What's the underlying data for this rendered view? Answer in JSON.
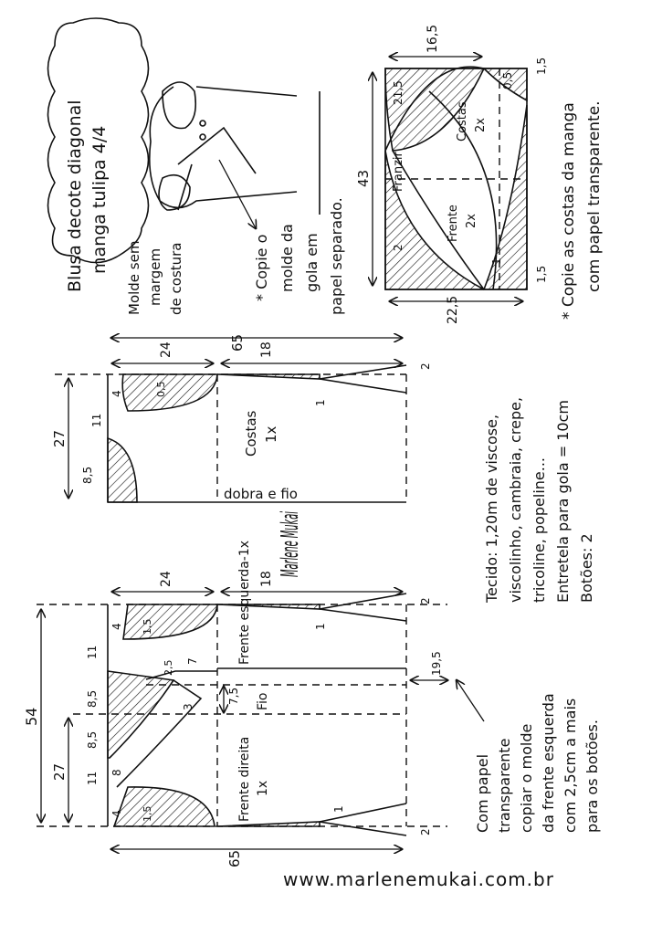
{
  "title": {
    "line1": "Blusa decote diagonal",
    "line2": "manga tulipa 4/4"
  },
  "note_seam": {
    "line1": "Molde sem",
    "line2": "margem",
    "line3": "de costura"
  },
  "note_collar": {
    "line1": "* Copie o",
    "line2": "molde da",
    "line3": "gola em",
    "line4": "papel separado."
  },
  "note_sleeve": {
    "line1": "* Copie as costas da manga",
    "line2": "com papel transparente."
  },
  "materials": {
    "line1": "Tecido: 1,20m de viscose,",
    "line2": "viscolinho, cambraia, crepe,",
    "line3": "tricoline, popeline...",
    "line4": "Entretela para gola = 10cm",
    "line5": "Botões: 2"
  },
  "note_front": {
    "line1": "Com papel",
    "line2": "transparente",
    "line3": "copiar o molde",
    "line4": "da frente esquerda",
    "line5": "com 2,5cm a mais",
    "line6": "para os botões."
  },
  "signature": "Marlene Mukai",
  "website": "www.marlenemukai.com.br",
  "back_piece": {
    "label": "Costas",
    "count": "1x",
    "fold": "dobra e fio",
    "dims": {
      "width": "65",
      "shoulder": "24",
      "side": "18",
      "height": "27",
      "neck_depth": "8,5",
      "armhole": "11",
      "neck_w": "4",
      "offset": "0,5",
      "hem_rise": "2",
      "hem_mark": "1"
    }
  },
  "front_piece": {
    "left_label": "Frente esquerda-1x",
    "right_label_1": "Frente direita",
    "right_label_2": "1x",
    "grain": "Fio",
    "dims": {
      "width": "65",
      "shoulder": "24",
      "side": "18",
      "total_height": "54",
      "half_height": "27",
      "depth_a": "8,5",
      "depth_b": "8,5",
      "armhole_a": "11",
      "armhole_b": "11",
      "neck_a": "4",
      "neck_b": "4",
      "curve_a": "1,5",
      "curve_b": "1,5",
      "hem_rise_a": "2",
      "hem_rise_b": "2",
      "hem_mark_a": "1",
      "hem_mark_b": "1",
      "button": "19,5",
      "collar_w": "7",
      "collar_h": "7,5",
      "collar_r": "2,5",
      "collar_3": "3",
      "collar_8": "8"
    }
  },
  "sleeve": {
    "front_label": "Frente",
    "front_count": "2x",
    "back_label": "Costas",
    "back_count": "2x",
    "gather": "Franzir",
    "dims": {
      "length": "43",
      "top": "16,5",
      "bottom": "22,5",
      "a": "21,5",
      "b": "0,5",
      "c": "1,5",
      "d": "1,5",
      "e": "2",
      "f": "1"
    }
  }
}
